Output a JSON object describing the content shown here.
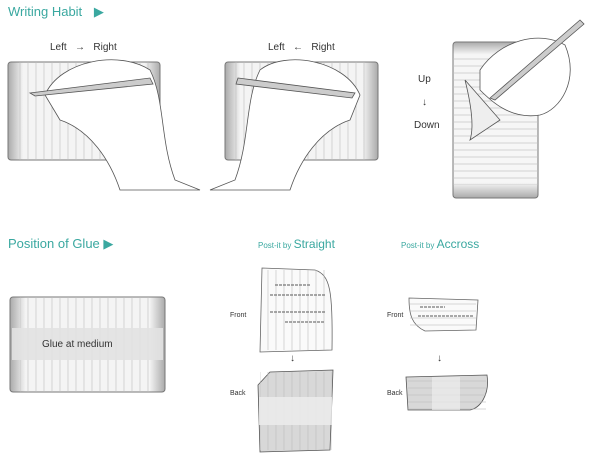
{
  "writing_habit": {
    "title": "Writing Habit",
    "play_icon": "triangle-right",
    "panel1": {
      "from": "Left",
      "arrow": "→",
      "to": "Right"
    },
    "panel2": {
      "from": "Left",
      "arrow": "←",
      "to": "Right"
    },
    "panel3": {
      "from": "Up",
      "arrow": "↓",
      "to": "Down"
    }
  },
  "glue": {
    "title": "Position of Glue",
    "play_icon": "triangle-right",
    "label": "Glue at medium"
  },
  "straight": {
    "prefix": "Post-it by",
    "title": "Straight",
    "front": "Front",
    "back": "Back",
    "arrow": "↓"
  },
  "accross": {
    "prefix": "Post-it by",
    "title": "Accross",
    "front": "Front",
    "back": "Back",
    "arrow": "↓"
  },
  "colors": {
    "accent": "#3aa8a0"
  }
}
